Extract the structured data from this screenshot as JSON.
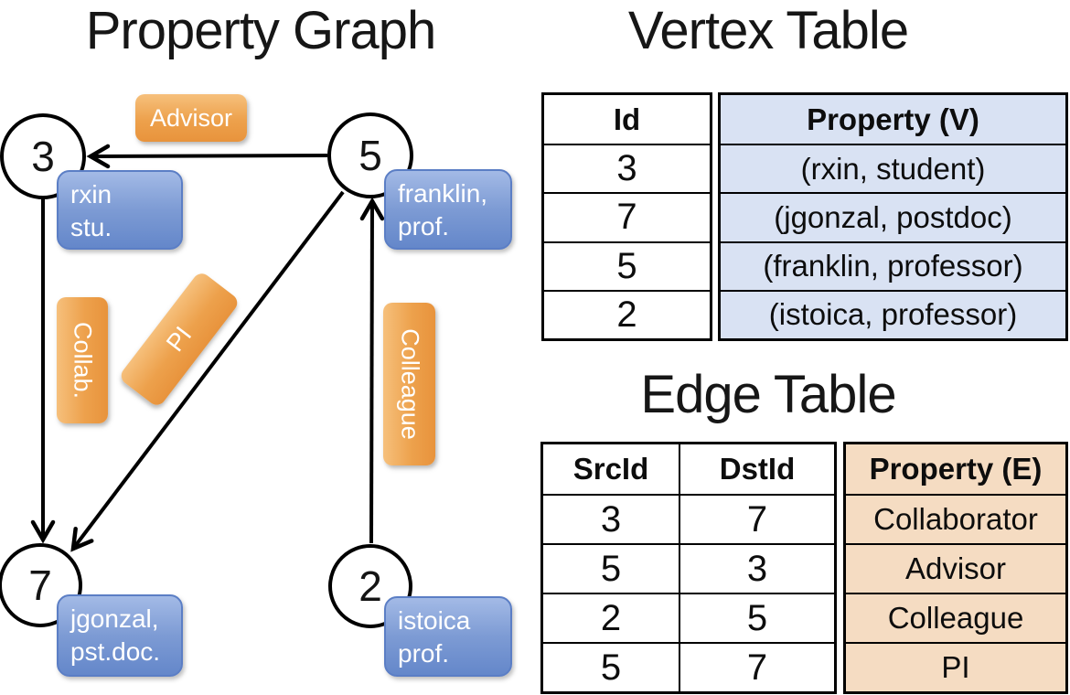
{
  "titles": {
    "graph": "Property Graph",
    "vertex": "Vertex Table",
    "edge": "Edge Table"
  },
  "graph": {
    "vertices": [
      {
        "id": "3",
        "line1": "rxin",
        "line2": "stu."
      },
      {
        "id": "5",
        "line1": "franklin,",
        "line2": "prof."
      },
      {
        "id": "7",
        "line1": "jgonzal,",
        "line2": "pst.doc."
      },
      {
        "id": "2",
        "line1": "istoica",
        "line2": "prof."
      }
    ],
    "edges": [
      {
        "from": "5",
        "to": "3",
        "label": "Advisor"
      },
      {
        "from": "3",
        "to": "7",
        "label": "Collab."
      },
      {
        "from": "5",
        "to": "7",
        "label": "PI"
      },
      {
        "from": "2",
        "to": "5",
        "label": "Colleague"
      }
    ]
  },
  "vertex_table": {
    "headers": {
      "id": "Id",
      "property": "Property (V)"
    },
    "rows": [
      {
        "id": "3",
        "property": "(rxin, student)"
      },
      {
        "id": "7",
        "property": "(jgonzal, postdoc)"
      },
      {
        "id": "5",
        "property": "(franklin, professor)"
      },
      {
        "id": "2",
        "property": "(istoica, professor)"
      }
    ]
  },
  "edge_table": {
    "headers": {
      "src": "SrcId",
      "dst": "DstId",
      "property": "Property (E)"
    },
    "rows": [
      {
        "src": "3",
        "dst": "7",
        "property": "Collaborator"
      },
      {
        "src": "5",
        "dst": "3",
        "property": "Advisor"
      },
      {
        "src": "2",
        "dst": "5",
        "property": "Colleague"
      },
      {
        "src": "5",
        "dst": "7",
        "property": "PI"
      }
    ]
  },
  "colors": {
    "node_label_blue": "#7d9bd4",
    "edge_label_orange": "#eda14c",
    "vertex_property_bg": "#d9e2f3",
    "edge_property_bg": "#f5dcc2",
    "line": "#000000"
  }
}
